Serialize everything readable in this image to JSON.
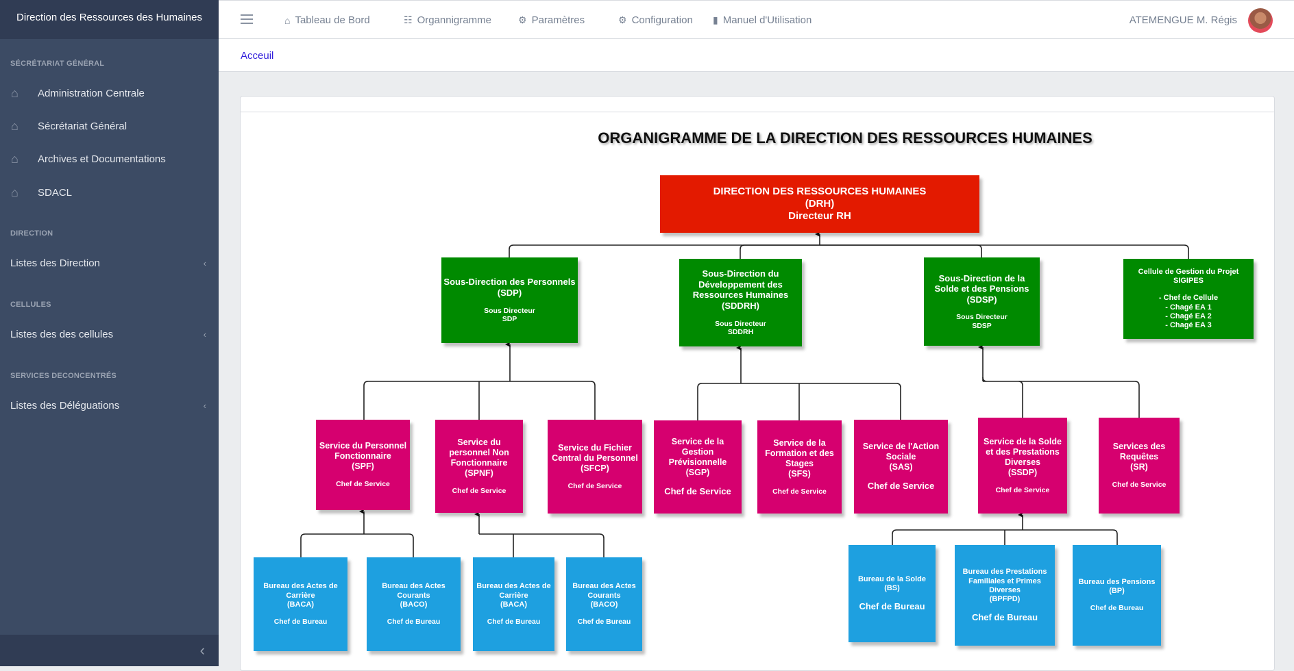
{
  "sidebar": {
    "brand": "Direction des Ressources des Humaines",
    "sections": [
      {
        "label": "SÉCRÉTARIAT GÉNÉRAL"
      },
      {
        "label": "DIRECTION"
      },
      {
        "label": "CELLULES"
      },
      {
        "label": "SERVICES DECONCENTRÉS"
      }
    ],
    "items": [
      {
        "label": "Administration Centrale",
        "icon": "home-icon"
      },
      {
        "label": "Sécrétariat Général",
        "icon": "home-icon"
      },
      {
        "label": "Archives et Documentations",
        "icon": "home-icon"
      },
      {
        "label": "SDACL",
        "icon": "home-icon"
      },
      {
        "label": "Listes des Direction"
      },
      {
        "label": "Listes des des cellules"
      },
      {
        "label": "Listes des Déléguations"
      }
    ]
  },
  "topbar": {
    "nav": [
      {
        "label": "Tableau de Bord",
        "icon": "home-icon"
      },
      {
        "label": "Organnigramme",
        "icon": "sitemap-icon"
      },
      {
        "label": "Paramètres",
        "icon": "user-cog-icon"
      },
      {
        "label": "Configuration",
        "icon": "gear-icon"
      },
      {
        "label": "Manuel d'Utilisation",
        "icon": "file-icon"
      }
    ],
    "user": "ATEMENGUE M. Régis"
  },
  "breadcrumb": {
    "home": "Acceuil"
  },
  "orgchart": {
    "title": "ORGANIGRAMME DE LA DIRECTION DES RESSOURCES HUMAINES",
    "colors": {
      "direction": "#e31a00",
      "sous_direction": "#008a00",
      "service": "#d6006f",
      "bureau": "#1ea0e0"
    },
    "nodes": {
      "drh": {
        "title": "DIRECTION DES RESSOURCES HUMAINES",
        "abbr": "(DRH)",
        "role": "Directeur RH"
      },
      "sdp": {
        "title": "Sous-Direction des Personnels",
        "abbr": "(SDP)",
        "role": "Sous Directeur SDP"
      },
      "sddrh": {
        "title": "Sous-Direction du Développement des Ressources Humaines",
        "abbr": "(SDDRH)",
        "role": "Sous Directeur SDDRH"
      },
      "sdsp": {
        "title": "Sous-Direction de la Solde et des Pensions",
        "abbr": "(SDSP)",
        "role": "Sous Directeur SDSP"
      },
      "cellule": {
        "title": "Cellule de Gestion du Projet",
        "abbr": "SIGIPES",
        "members": [
          "- Chef de Cellule",
          "- Chagé EA 1",
          "- Chagé EA 2",
          "- Chagé EA 3"
        ]
      },
      "spf": {
        "title": "Service du Personnel Fonctionnaire",
        "abbr": "(SPF)",
        "role": "Chef de Service"
      },
      "spnf": {
        "title": "Service du personnel Non Fonctionnaire",
        "abbr": "(SPNF)",
        "role": "Chef de Service"
      },
      "sfcp": {
        "title": "Service du Fichier Central du Personnel",
        "abbr": "(SFCP)",
        "role": "Chef de Service"
      },
      "sgp": {
        "title": "Service de la Gestion Prévisionnelle",
        "abbr": "(SGP)",
        "role": "Chef de Service"
      },
      "sfs": {
        "title": "Service de la Formation et des Stages",
        "abbr": "(SFS)",
        "role": "Chef de Service"
      },
      "sas": {
        "title": "Service de l'Action Sociale",
        "abbr": "(SAS)",
        "role": "Chef de Service"
      },
      "ssdp": {
        "title": "Service de la Solde et des Prestations Diverses",
        "abbr": "(SSDP)",
        "role": "Chef de Service"
      },
      "sr": {
        "title": "Services des Requêtes",
        "abbr": "(SR)",
        "role": "Chef de Service"
      },
      "baca1": {
        "title": "Bureau des Actes de Carrière",
        "abbr": "(BACA)",
        "role": "Chef de Bureau"
      },
      "baco1": {
        "title": "Bureau des Actes Courants",
        "abbr": "(BACO)",
        "role": "Chef de Bureau"
      },
      "baca2": {
        "title": "Bureau des Actes de Carrière",
        "abbr": "(BACA)",
        "role": "Chef de Bureau"
      },
      "baco2": {
        "title": "Bureau des Actes Courants",
        "abbr": "(BACO)",
        "role": "Chef de Bureau"
      },
      "bs": {
        "title": "Bureau de la Solde",
        "abbr": "(BS)",
        "role": "Chef de Bureau"
      },
      "bpfpd": {
        "title": "Bureau des Prestations Familiales et Primes Diverses",
        "abbr": "(BPFPD)",
        "role": "Chef de Bureau"
      },
      "bp": {
        "title": "Bureau des Pensions",
        "abbr": "(BP)",
        "role": "Chef de Bureau"
      }
    }
  }
}
